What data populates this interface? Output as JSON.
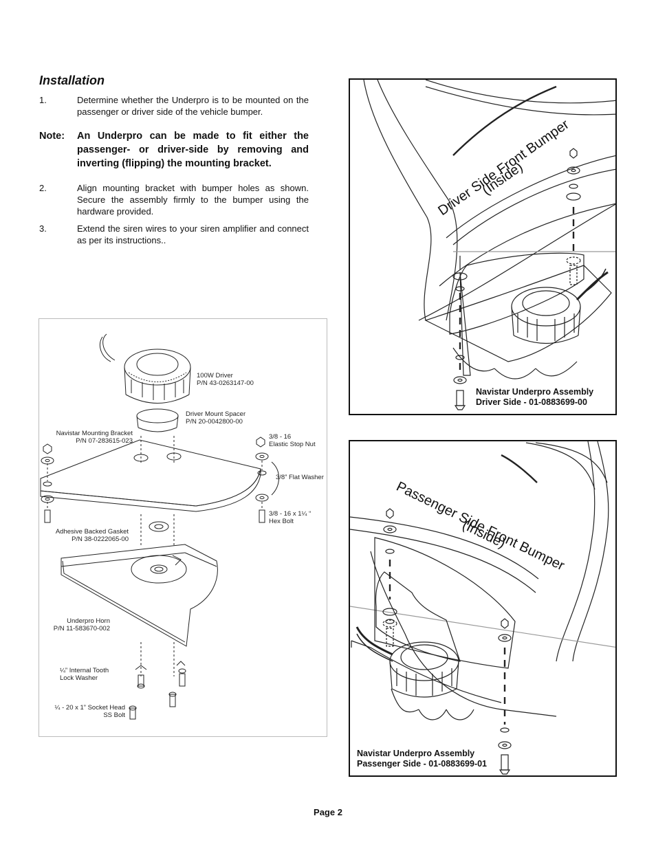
{
  "heading": "Installation",
  "steps": [
    {
      "num": "1.",
      "text": "Determine whether the Underpro is to be mounted on the passenger or driver side of the vehicle bumper."
    },
    {
      "num": "2.",
      "text": "Align mounting bracket with bumper holes as shown. Secure the assembly firmly to the bumper using the hardware provided."
    },
    {
      "num": "3.",
      "text": "Extend the siren wires to your siren amplifier and connect as per its instructions.."
    }
  ],
  "note": {
    "label": "Note:",
    "text": "An Underpro can be made to fit either the passenger- or driver-side by removing and inverting (flipping) the mounting bracket."
  },
  "exploded_labels": {
    "driver": [
      "100W Driver",
      "P/N 43-0263147-00"
    ],
    "spacer": [
      "Driver Mount Spacer",
      "P/N 20-0042800-00"
    ],
    "bracket": [
      "Navistar Mounting Bracket",
      "P/N 07-283615-023"
    ],
    "stop_nut": [
      "3/8 - 16",
      "Elastic Stop Nut"
    ],
    "flat_washer": "3/8” Flat Washer",
    "hex_bolt": [
      "3/8 - 16 x 1¼ “",
      "Hex Bolt"
    ],
    "gasket": [
      "Adhesive Backed Gasket",
      "P/N 38-0222065-00"
    ],
    "horn": [
      "Underpro Horn",
      "P/N 11-583670-002"
    ],
    "lock_washer": [
      "¼” Internal Tooth",
      "Lock Washer"
    ],
    "socket_bolt": [
      "¼ - 20 x 1” Socket Head",
      "SS Bolt"
    ]
  },
  "driver_panel": {
    "bumper_label_1": "Driver Side Front Bumper",
    "bumper_label_2": "(Inside)",
    "caption": [
      "Navistar Underpro Assembly",
      "Driver Side - 01-0883699-00"
    ]
  },
  "passenger_panel": {
    "bumper_label_1": "Passenger Side Front Bumper",
    "bumper_label_2": "(Inside)",
    "caption": [
      "Navistar Underpro Assembly",
      "Passenger Side - 01-0883699-01"
    ]
  },
  "page_number": "Page 2"
}
